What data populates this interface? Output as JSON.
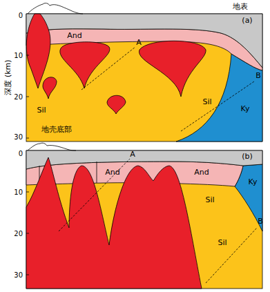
{
  "diagram": {
    "labels": [
      "地表",
      "(a)",
      "A",
      "And",
      "B",
      "深度 (km)",
      "0",
      "10",
      "Sil",
      "Sil",
      "Ky",
      "20",
      "地壳底部",
      "30",
      "(b)",
      "A",
      "0",
      "And",
      "And",
      "Ky",
      "10",
      "Sil",
      "B",
      "20",
      "Sil",
      "30"
    ]
  }
}
